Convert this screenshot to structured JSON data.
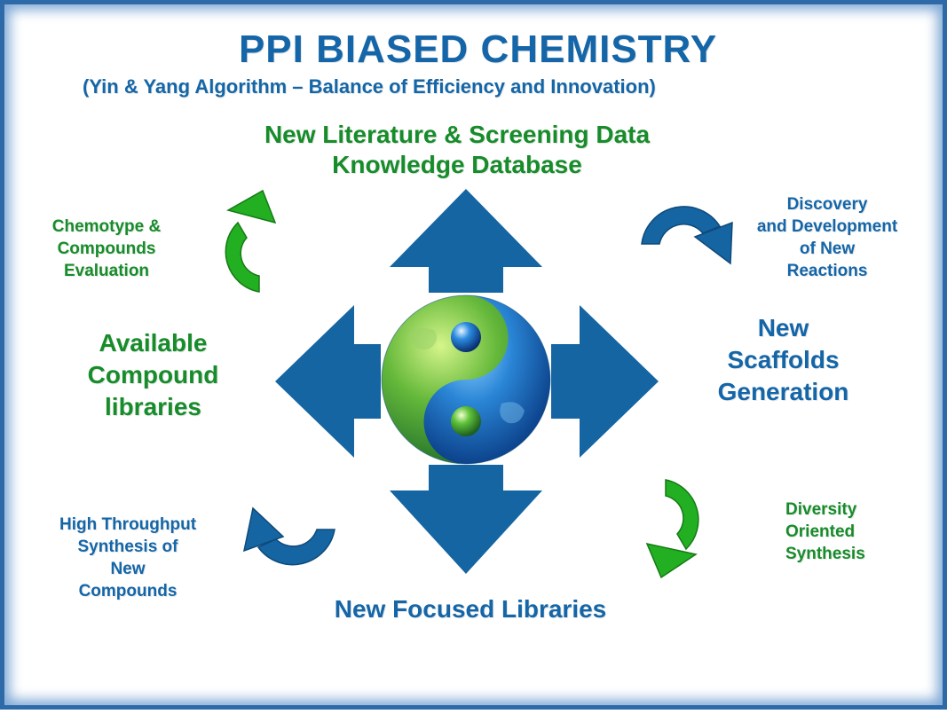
{
  "title": "PPI BIASED CHEMISTRY",
  "subtitle": "(Yin & Yang Algorithm – Balance of Efficiency and Innovation)",
  "top_label": [
    "New Literature & Screening Data",
    "Knowledge Database"
  ],
  "left_label": [
    "Available",
    "Compound",
    "libraries"
  ],
  "right_label": [
    "New",
    "Scaffolds",
    "Generation"
  ],
  "bottom_label": "New Focused Libraries",
  "cycle_top_left": [
    "Chemotype &",
    "Compounds",
    "Evaluation"
  ],
  "cycle_top_right": [
    "Discovery",
    "and Development",
    "of New",
    "Reactions"
  ],
  "cycle_bottom_left": [
    "High Throughput",
    "Synthesis of",
    "New",
    "Compounds"
  ],
  "cycle_bottom_right": [
    "Diversity",
    "Oriented",
    "Synthesis"
  ],
  "colors": {
    "blue": "#1466a8",
    "arrow_blue": "#1565a3",
    "green": "#178c2a",
    "arrow_green": "#22b022",
    "frame": "#2f6aa8"
  },
  "icons": {
    "center": "yin-yang-globe-icon",
    "arrows": [
      "arrow-up",
      "arrow-down",
      "arrow-left",
      "arrow-right"
    ],
    "cycles": [
      "green-curved-arrow",
      "blue-curved-arrow"
    ]
  }
}
